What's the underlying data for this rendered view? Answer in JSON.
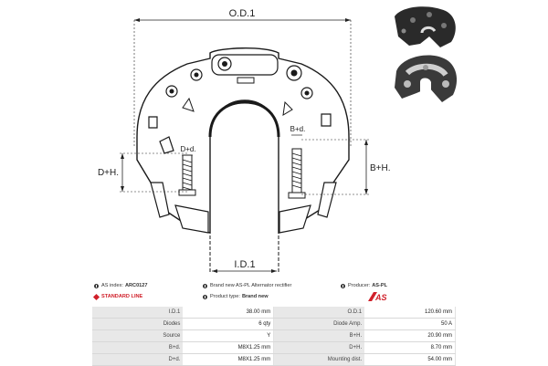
{
  "drawing": {
    "od_label": "O.D.1",
    "id_label": "I.D.1",
    "dh_label": "D+H.",
    "bh_label": "B+H.",
    "dd_label": "D+d.",
    "bd_label": "B+d."
  },
  "meta": {
    "as_index_label": "AS index:",
    "as_index_value": "ARC0127",
    "standard_line": "STANDARD LINE",
    "description": "Brand new AS-PL Alternator rectifier",
    "product_type_label": "Product type:",
    "product_type_value": "Brand new",
    "producer_label": "Producer:",
    "producer_value": "AS-PL",
    "logo_text": "AS"
  },
  "specs": [
    [
      "I.D.1",
      "38.00 mm",
      "O.D.1",
      "120.60 mm"
    ],
    [
      "Diodes",
      "6 qty",
      "Diode Amp.",
      "50 A"
    ],
    [
      "Source",
      "Y",
      "B+H.",
      "20.90 mm"
    ],
    [
      "B+d.",
      "M8X1.25 mm",
      "D+H.",
      "8.70 mm"
    ],
    [
      "D+d.",
      "M8X1.25 mm",
      "Mounting dist.",
      "54.00 mm"
    ]
  ]
}
